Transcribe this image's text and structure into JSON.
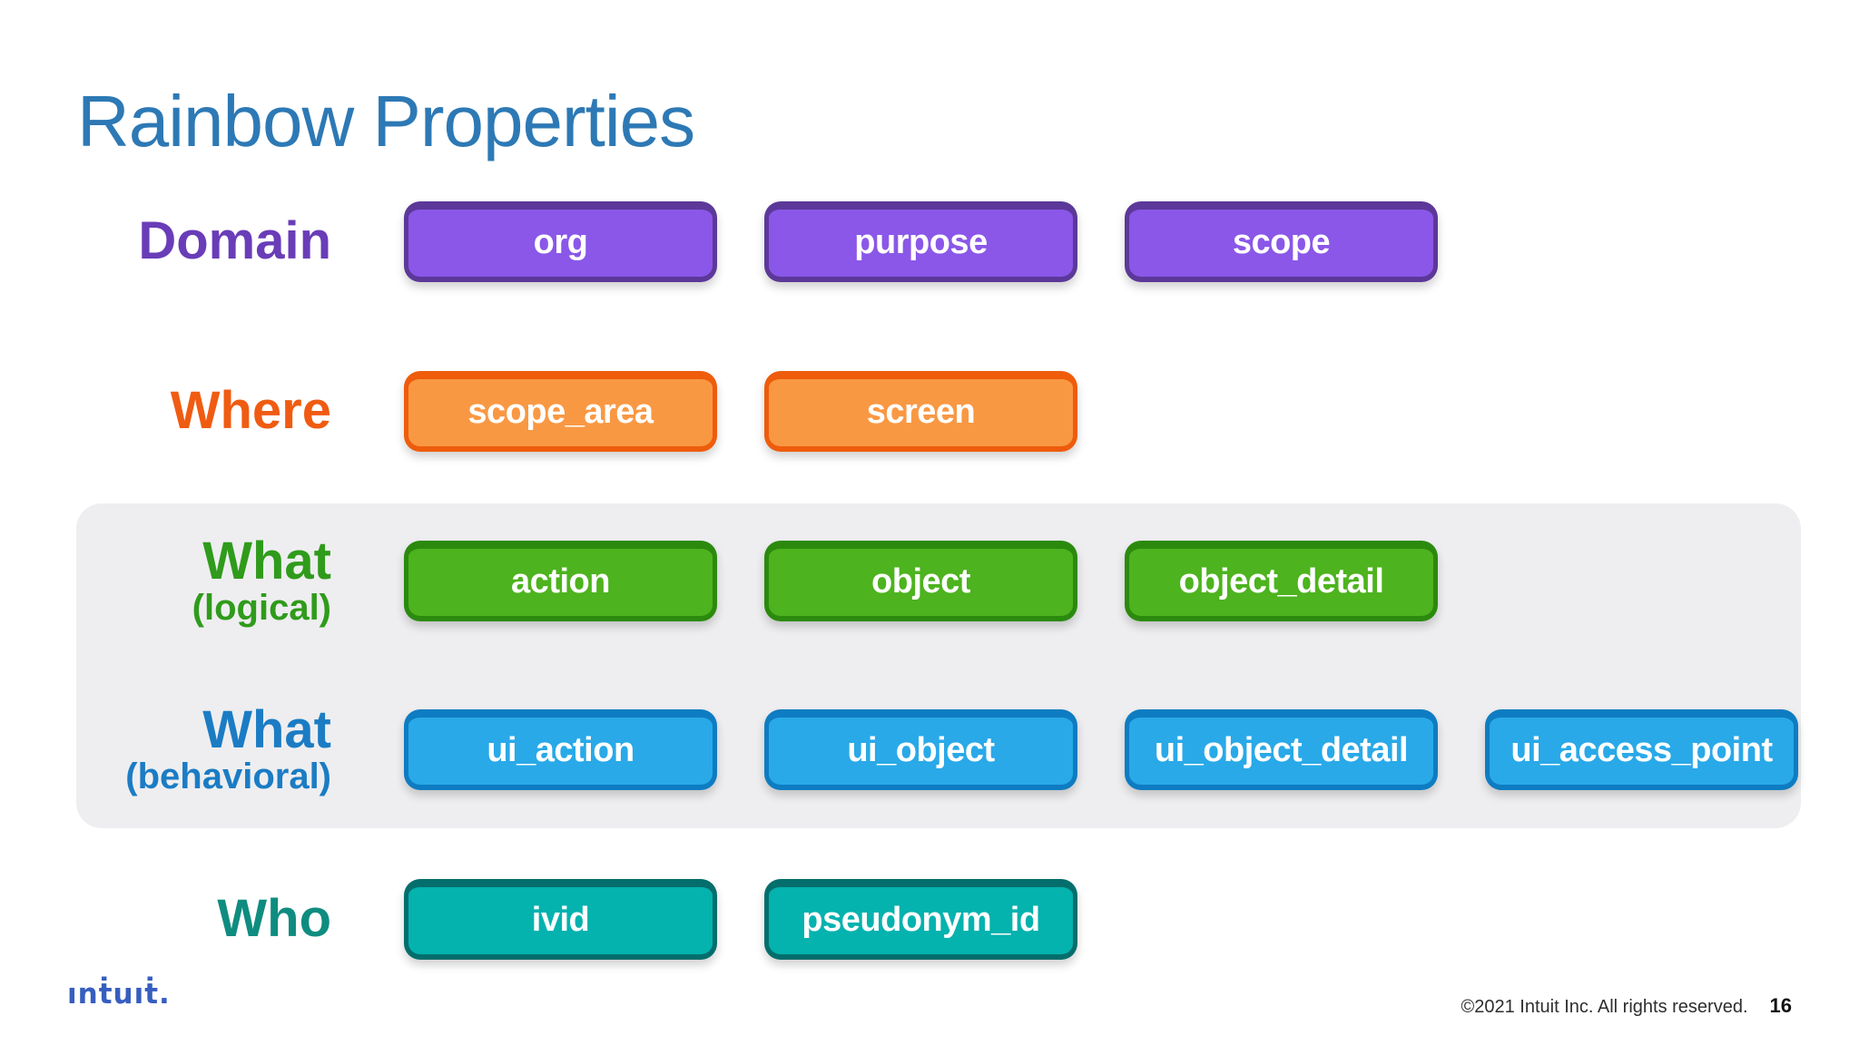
{
  "slide": {
    "title": "Rainbow Properties",
    "rows": [
      {
        "label": "Domain",
        "sublabel": "",
        "color": "purple",
        "pills": [
          "org",
          "purpose",
          "scope"
        ]
      },
      {
        "label": "Where",
        "sublabel": "",
        "color": "orange",
        "pills": [
          "scope_area",
          "screen"
        ]
      },
      {
        "label": "What",
        "sublabel": "(logical)",
        "color": "green",
        "pills": [
          "action",
          "object",
          "object_detail"
        ]
      },
      {
        "label": "What",
        "sublabel": "(behavioral)",
        "color": "blue",
        "pills": [
          "ui_action",
          "ui_object",
          "ui_object_detail",
          "ui_access_point"
        ]
      },
      {
        "label": "Who",
        "sublabel": "",
        "color": "teal",
        "pills": [
          "ivid",
          "pseudonym_id"
        ]
      }
    ],
    "colors": {
      "title": "#2D79B5",
      "panel": "#EEEEF0",
      "logo": "#365EBF",
      "footerText": "#2E2E2E",
      "pageNumber": "#111111",
      "purple": {
        "label": "#6A3DB8",
        "fill": "#8A57E8",
        "border": "#5C3899"
      },
      "orange": {
        "label": "#F05B12",
        "fill": "#F99843",
        "border": "#EE5C0C"
      },
      "green": {
        "label": "#2F9B1B",
        "fill": "#4DB31E",
        "border": "#2B8A0E"
      },
      "blue": {
        "label": "#1B7CC4",
        "fill": "#29A9E8",
        "border": "#0E7CC2"
      },
      "teal": {
        "label": "#0F8C80",
        "fill": "#04B2AE",
        "border": "#046E6C"
      }
    },
    "footer": {
      "logo_text": "ınṫuıṫ.",
      "copyright": "©2021 Intuit Inc. All rights reserved.",
      "page_number": "16"
    }
  }
}
